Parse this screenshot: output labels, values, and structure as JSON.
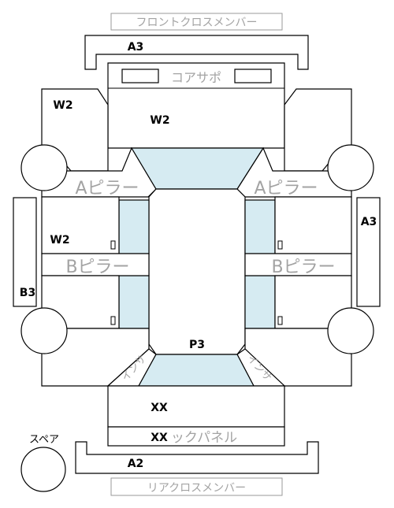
{
  "labels": {
    "front_cross_member": "フロントクロスメンバー",
    "rear_cross_member": "リアクロスメンバー",
    "core_support": "コアサポ",
    "a_pillar_left": "Aピラー",
    "a_pillar_right": "Aピラー",
    "b_pillar_left": "Bピラー",
    "b_pillar_right": "Bピラー",
    "inside_left": "インサ",
    "inside_right": "インサ",
    "back_panel": "ックパネル",
    "spare": "スペア"
  },
  "codes": {
    "front_member": "A3",
    "left_fender": "W2",
    "hood": "W2",
    "left_front_door": "W2",
    "left_rocker": "B3",
    "right_rocker": "A3",
    "roof": "P3",
    "trunk": "XX",
    "back_panel": "XX",
    "rear_member": "A2"
  },
  "colors": {
    "glass": "#d6ebf2",
    "stroke": "#000000",
    "ghost_text": "#a3a3a3"
  }
}
